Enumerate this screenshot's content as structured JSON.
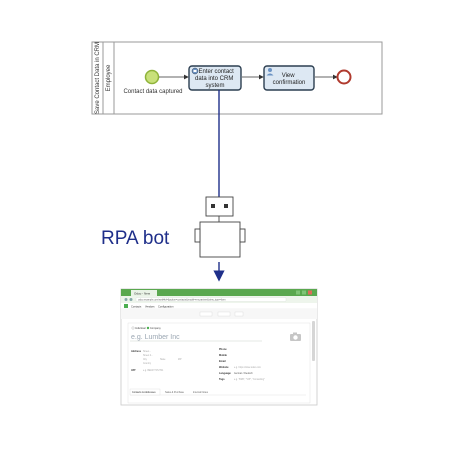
{
  "pool": {
    "title": "Save Contact Data in CRM",
    "lane": "Employee"
  },
  "process": {
    "start_event_label": "Contact data captured",
    "task1_label_lines": [
      "Enter contact",
      "data into CRM",
      "system"
    ],
    "task2_label_lines": [
      "View",
      "confirmation"
    ]
  },
  "rpa": {
    "label": "RPA bot"
  },
  "browser": {
    "tab_title": "Odoo - New",
    "url": "odoo.example.com/web#id=&action=contacts&model=res.partner&view_type=form",
    "nav_items": [
      "Contacts",
      "Vendors",
      "Configuration"
    ],
    "form": {
      "radio_individual": "Individual",
      "radio_company": "Company",
      "name_placeholder": "e.g. Lumber Inc",
      "left_labels": [
        "Address",
        "VAT"
      ],
      "address_placeholders": [
        "Street...",
        "Street 2...",
        "City",
        "State",
        "ZIP",
        "Country"
      ],
      "vat_placeholder": "e.g. BE0477472701",
      "right_labels": [
        "Phone",
        "Mobile",
        "Email",
        "Website",
        "Language",
        "Tags"
      ],
      "email_placeholder": "",
      "website_placeholder": "e.g. https://www.odoo.com",
      "language_value": "German / Deutsch",
      "tags_placeholder": "e.g. \"B2B\", \"VIP\", \"Consulting\"",
      "tabs": [
        "Contacts & Addresses",
        "Sales & Purchase",
        "Internal Notes"
      ]
    }
  },
  "colors": {
    "task_fill": "#dde8f3",
    "task_border": "#2c3e50",
    "start_event": "#a8cf45",
    "end_event": "#c0392b",
    "connector": "#1f2f8a",
    "odoo_green": "#4caf50"
  }
}
